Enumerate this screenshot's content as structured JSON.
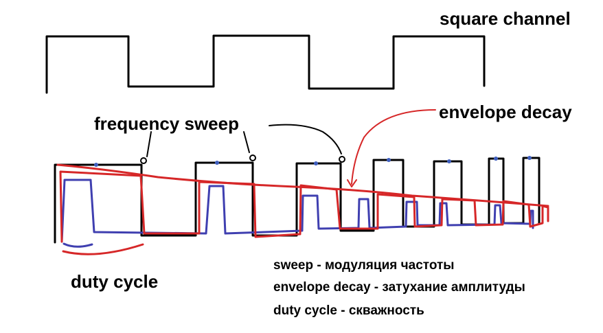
{
  "labels": {
    "square_channel": "square channel",
    "frequency_sweep": "frequency sweep",
    "envelope_decay": "envelope decay",
    "duty_cycle": "duty cycle"
  },
  "legend": [
    "sweep - модуляция частоты",
    "envelope decay - затухание амплитуды",
    "duty cycle - скважность"
  ],
  "colors": {
    "square_wave": "#000000",
    "envelope": "#d62728",
    "duty_wave": "#3f3fb0",
    "markers": "#3f5fbf"
  }
}
